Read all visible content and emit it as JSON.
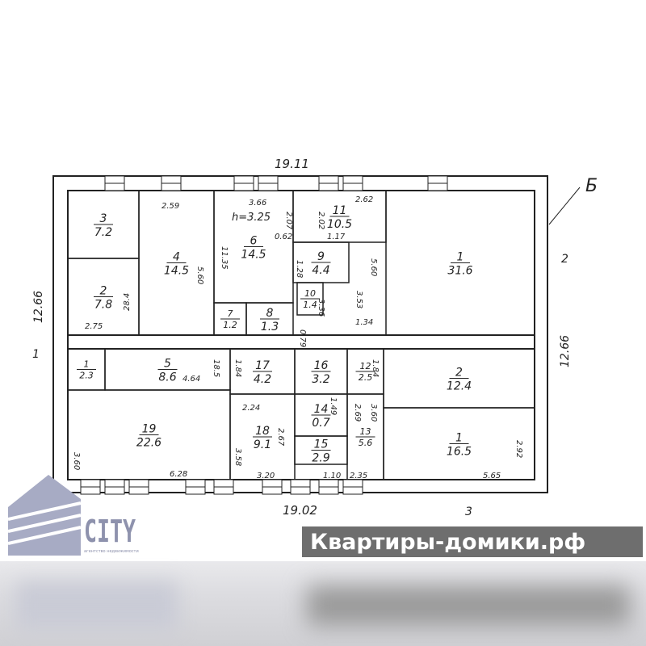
{
  "plan": {
    "top_length": "19.11",
    "bottom_length": "19.02",
    "left_height": "12.66",
    "right_height": "12.66",
    "section_mark_b": "Б",
    "axis_marks": [
      "1",
      "2",
      "3"
    ],
    "ceiling_height": "h=3.25",
    "rooms": [
      {
        "no": "3",
        "area": "7.2"
      },
      {
        "no": "2",
        "area": "7.8"
      },
      {
        "no": "4",
        "area": "14.5"
      },
      {
        "no": "6",
        "area": "14.5"
      },
      {
        "no": "7",
        "area": "1.2"
      },
      {
        "no": "8",
        "area": "1.3"
      },
      {
        "no": "9",
        "area": "4.4"
      },
      {
        "no": "10",
        "area": "1.4"
      },
      {
        "no": "11",
        "area": "10.5"
      },
      {
        "no": "1",
        "area": "31.6"
      },
      {
        "no": "1",
        "area": "2.3"
      },
      {
        "no": "5",
        "area": "8.6"
      },
      {
        "no": "19",
        "area": "22.6"
      },
      {
        "no": "17",
        "area": "4.2"
      },
      {
        "no": "18",
        "area": "9.1"
      },
      {
        "no": "16",
        "area": "3.2"
      },
      {
        "no": "14",
        "area": "0.7"
      },
      {
        "no": "15",
        "area": "2.9"
      },
      {
        "no": "12",
        "area": "2.5"
      },
      {
        "no": "13",
        "area": "5.6"
      },
      {
        "no": "2",
        "area": "12.4"
      },
      {
        "no": "1",
        "area": "16.5"
      }
    ],
    "dimensions": [
      "2.59",
      "3.66",
      "2.07",
      "2.02",
      "2.62",
      "0.62",
      "1.17",
      "11.35",
      "5.60",
      "28.4",
      "2.75",
      "1.28",
      "3.36",
      "3.53",
      "5.60",
      "0.79",
      "1.34",
      "4.64",
      "18.5",
      "1.84",
      "2.24",
      "2.67",
      "1.49",
      "2.69",
      "3.60",
      "3.60",
      "3.58",
      "6.28",
      "3.20",
      "1.10",
      "2.35",
      "1.84",
      "5.65",
      "2.92"
    ]
  },
  "logo": {
    "name": "CITY",
    "subtitle": "агентство недвижимости"
  },
  "watermark": "Квартиры-домики.рф"
}
